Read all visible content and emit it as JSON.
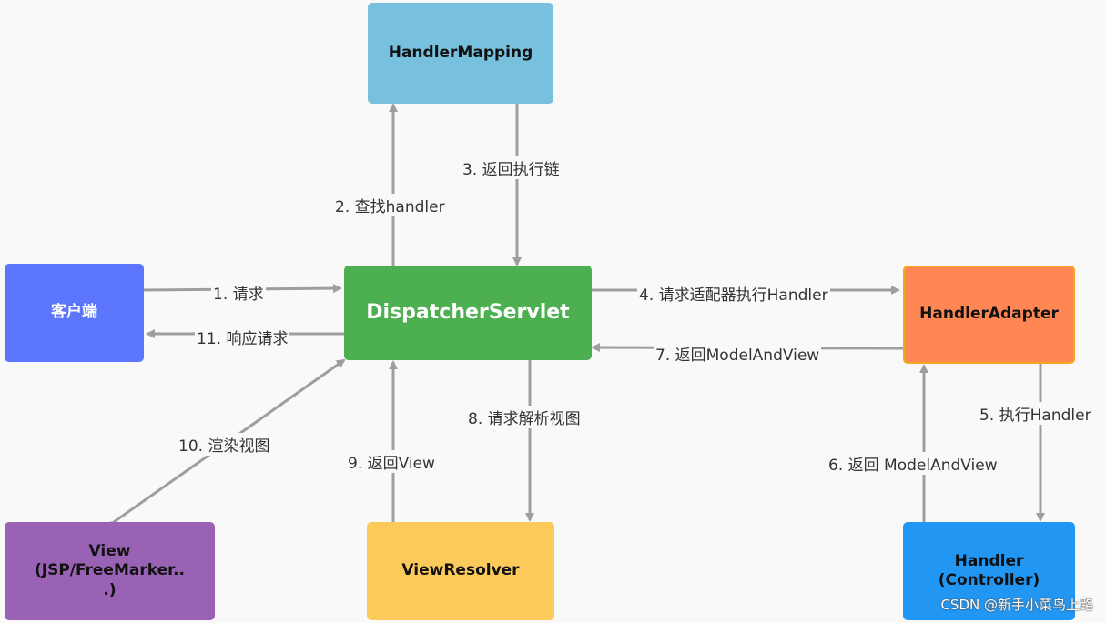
{
  "nodes": {
    "handler_mapping": {
      "label": "HandlerMapping",
      "fill": "#77c0de",
      "text_color": "#111111"
    },
    "client": {
      "label": "客户端",
      "fill": "#5b76fc",
      "text_color": "#ffffff"
    },
    "dispatcher_servlet": {
      "label": "DispatcherServlet",
      "fill": "#4caf50",
      "text_color": "#ffffff"
    },
    "handler_adapter": {
      "label": "HandlerAdapter",
      "fill": "#ff8754",
      "text_color": "#111111"
    },
    "view": {
      "label": "View\n(JSP/FreeMarker..\n.)",
      "fill": "#9a62b4",
      "text_color": "#111111"
    },
    "view_resolver": {
      "label": "ViewResolver",
      "fill": "#fcc95b",
      "text_color": "#111111"
    },
    "handler": {
      "label": "Handler\n(Controller)",
      "fill": "#2196f3",
      "text_color": "#111111"
    }
  },
  "edges": {
    "e1": "1. 请求",
    "e2": "2. 查找handler",
    "e3": "3. 返回执行链",
    "e4": "4. 请求适配器执行Handler",
    "e5": "5. 执行Handler",
    "e6": "6. 返回 ModelAndView",
    "e7": "7. 返回ModelAndView",
    "e8": "8. 请求解析视图",
    "e9": "9. 返回View",
    "e10": "10. 渲染视图",
    "e11": "11. 响应请求"
  },
  "watermark": "CSDN @新手小菜鸟上路",
  "colors": {
    "arrow": "#999999",
    "handler_adapter_border": "#f5a623"
  }
}
